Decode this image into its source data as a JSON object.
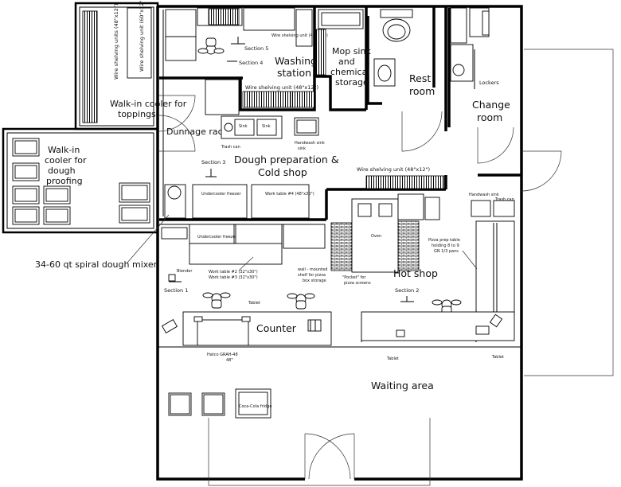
{
  "plan": {
    "rooms": {
      "walkin_toppings": "Walk-in cooler for toppings",
      "walkin_proofing": "Walk-in cooler for dough proofing",
      "washing": "Washing station",
      "mop": "Mop sink and chemical storage",
      "rest": "Rest room",
      "change": "Change room",
      "dough": "Dough preparation & Cold shop",
      "hot": "Hot shop",
      "counter": "Counter",
      "waiting": "Waiting area"
    },
    "labels": {
      "wire_shelving_units_48": "Wire shelving units (48\"x12\")",
      "wire_shelving_unit_60": "Wire shelving unit (60\"x12\")",
      "wire_shelving_top": "Wire shelving unit (48\"x12\")",
      "wire_shelving_mid": "Wire shelving unit (48\"x12\")",
      "wire_shelving_hot": "Wire shelving unit (48\"x12\")",
      "dunnage": "Dunnage rack",
      "section1": "Section 1",
      "section2": "Section 2",
      "section3": "Section 3",
      "section4": "Section 4",
      "section5": "Section 5",
      "sink1": "Sink",
      "sink2": "Sink",
      "handwash1": "Handwash sink",
      "handwash2": "Handwash sink",
      "trash1": "Trash can",
      "trash2": "Trash can",
      "undercooler1": "Undercooler freezer",
      "undercooler2": "Undercooler freezer",
      "worktable4": "Work table #4 (48\"x30\")",
      "worktable2": "Work table #2 (32\"x30\")",
      "worktable3": "Work table #3 (32\"x30\")",
      "wallshelf": "wall - mounted shelf for pizza box storage",
      "pocket": "\"Pocket\" for pizza screens",
      "oven": "Oven",
      "pizza_prep": "Pizza prep table holding 8 to 9 GN 1/3 pans",
      "blender": "Blender",
      "tablet1": "Tablet",
      "tablet2": "Tablet",
      "tablet3": "Tablet",
      "hatco": "Hatco GRAH-48 48\"",
      "fridge": "Coca-Cola fridge",
      "lockers": "Lockers",
      "mixer": "34-60 qt spiral dough mixer"
    }
  }
}
